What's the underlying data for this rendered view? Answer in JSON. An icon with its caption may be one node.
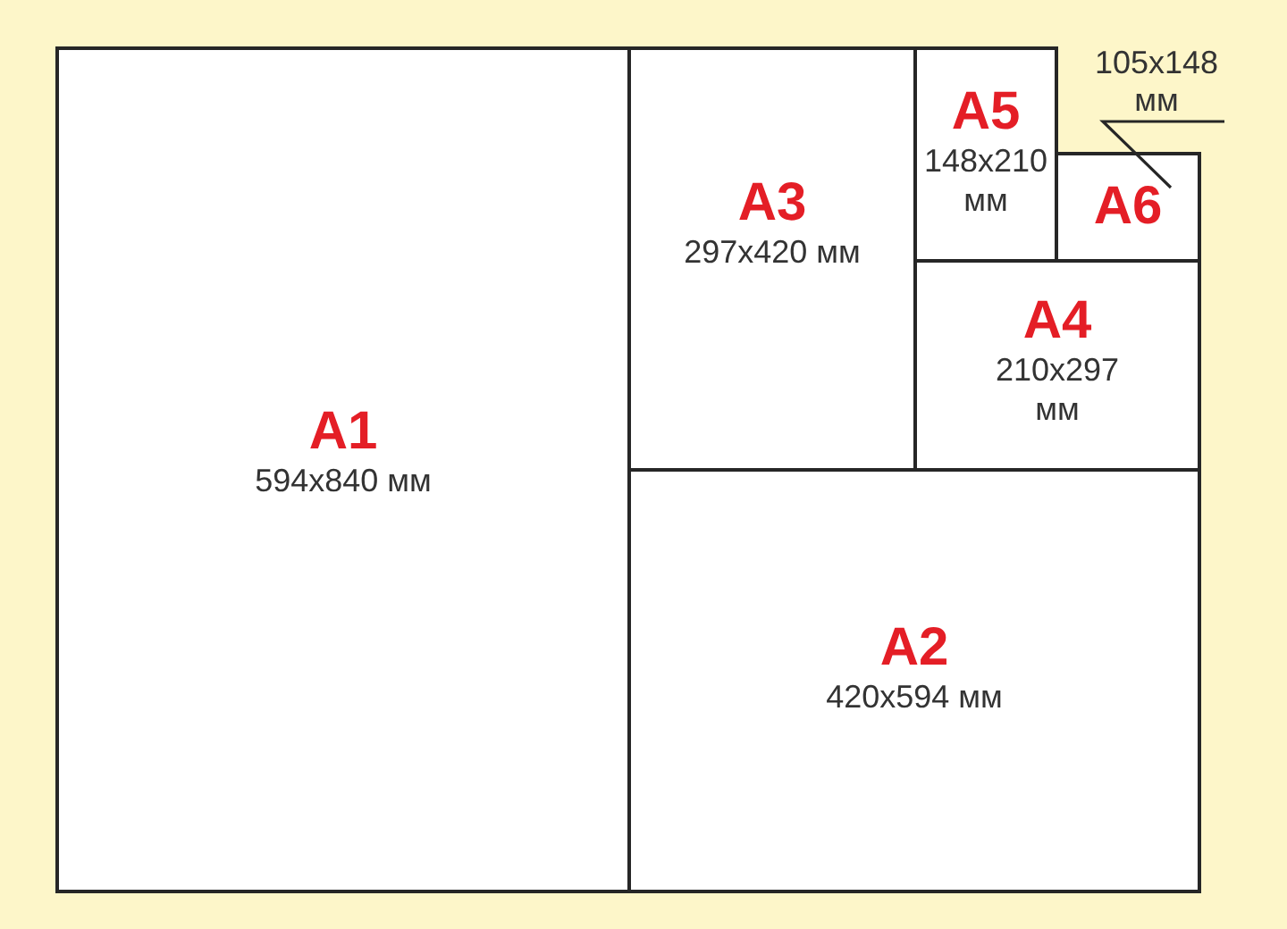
{
  "diagram": {
    "nodes": [
      {
        "text": [
          "A1",
          "594x840 мм"
        ]
      },
      {
        "text": [
          "A3",
          "297x420 мм"
        ]
      },
      {
        "text": [
          "A5",
          "148x210 мм"
        ]
      },
      {
        "text": [
          "105x148 мм"
        ]
      },
      {
        "text": [
          "A6"
        ]
      },
      {
        "text": [
          "A4",
          "210x297 мм"
        ]
      },
      {
        "text": [
          "A2",
          "420x594 мм"
        ]
      }
    ],
    "edges": [
      {
        "from": 3,
        "to": 4,
        "arrow": "none"
      }
    ]
  }
}
